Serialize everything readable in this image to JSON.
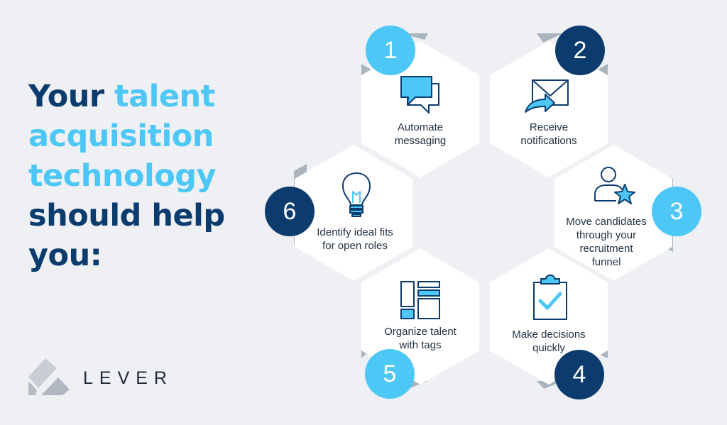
{
  "headline": {
    "part1": "Your ",
    "highlight": "talent acquisition technology",
    "part2": "should help you:"
  },
  "brand": {
    "name": "LEVER"
  },
  "colors": {
    "navy": "#0c3c6e",
    "light_blue": "#4dc7f5",
    "background": "#eef0f3",
    "tab_gray": "#a9b4bf"
  },
  "steps": [
    {
      "number": "1",
      "label_line1": "Automate",
      "label_line2": "messaging",
      "icon": "chat-bubbles-icon"
    },
    {
      "number": "2",
      "label_line1": "Receive",
      "label_line2": "notifications",
      "icon": "envelope-arrow-icon"
    },
    {
      "number": "3",
      "label_line1": "Move candidates",
      "label_line2": "through your",
      "label_line3": "recruitment",
      "label_line4": "funnel",
      "icon": "person-star-icon"
    },
    {
      "number": "4",
      "label_line1": "Make decisions",
      "label_line2": "quickly",
      "icon": "clipboard-check-icon"
    },
    {
      "number": "5",
      "label_line1": "Organize talent",
      "label_line2": "with tags",
      "icon": "layout-grid-icon"
    },
    {
      "number": "6",
      "label_line1": "Identify ideal fits",
      "label_line2": "for open roles",
      "icon": "lightbulb-icon"
    }
  ]
}
